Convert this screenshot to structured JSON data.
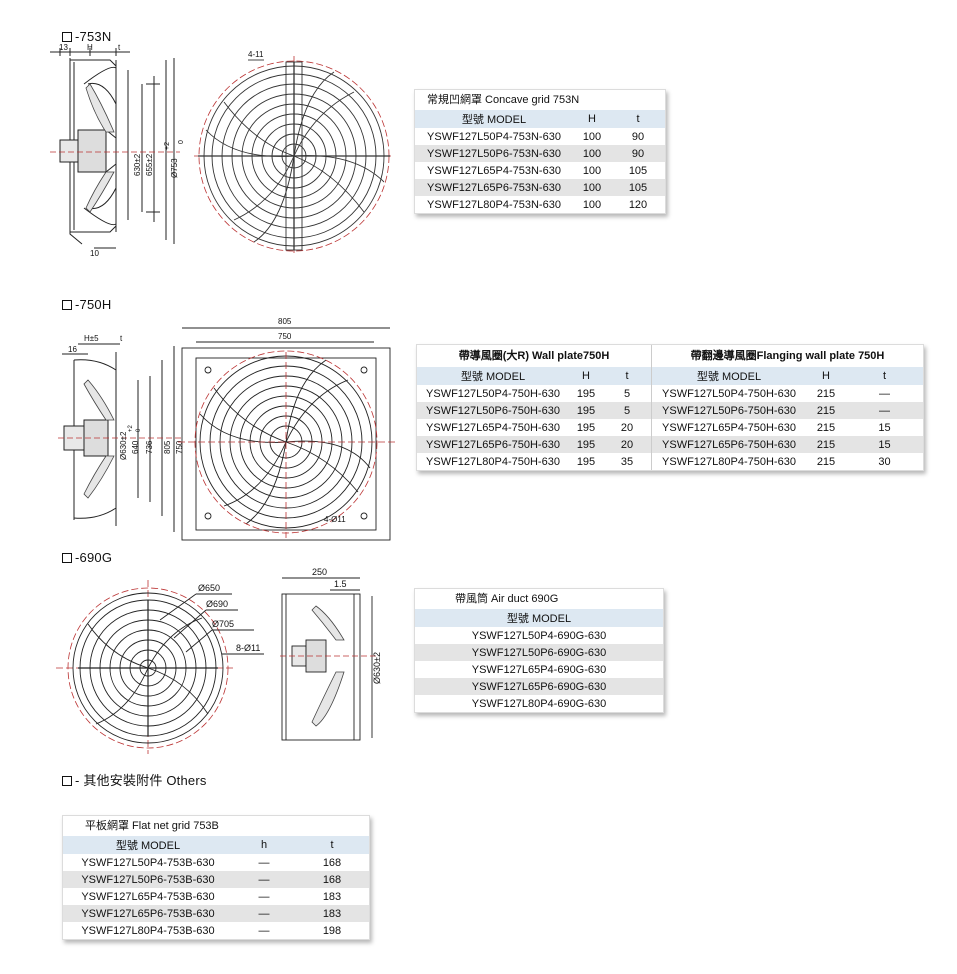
{
  "sections": {
    "s753n": "-753N",
    "s750h": "-750H",
    "s690g": "-690G",
    "others": "- 其他安裝附件 Others"
  },
  "dims": {
    "d753n": {
      "a": "13",
      "h": "H",
      "t": "t",
      "b": "10",
      "bolt": "4-11",
      "dia1": "630±2",
      "dia2": "655±2",
      "dia3": "Ø753",
      "tol": "+2",
      "tol0": "0"
    },
    "d750h": {
      "ht": "H±5",
      "t": "t",
      "a": "16",
      "dia1": "Ø630±2",
      "dia2": "640",
      "tol": "+2",
      "tol0": "0",
      "d736": "736",
      "d805v": "805",
      "d750v": "750",
      "d805h": "805",
      "d750h": "750",
      "bolt": "4-Ø11"
    },
    "d690g": {
      "d650": "Ø650",
      "d690": "Ø690",
      "d705": "Ø705",
      "bolt": "8-Ø11",
      "w250": "250",
      "w15": "1.5",
      "dia": "Ø630±2"
    }
  },
  "t753n": {
    "caption": "常規凹網罩  Concave grid  753N",
    "headers": [
      "型號  MODEL",
      "H",
      "t"
    ],
    "rows": [
      [
        "YSWF127L50P4-753N-630",
        "100",
        "90"
      ],
      [
        "YSWF127L50P6-753N-630",
        "100",
        "90"
      ],
      [
        "YSWF127L65P4-753N-630",
        "100",
        "105"
      ],
      [
        "YSWF127L65P6-753N-630",
        "100",
        "105"
      ],
      [
        "YSWF127L80P4-753N-630",
        "100",
        "120"
      ]
    ]
  },
  "t750h": {
    "left_caption": "帶導風圈(大R)  Wall plate750H",
    "right_caption": "帶翻邊導風圈Flanging wall plate 750H",
    "headers": [
      "型號  MODEL",
      "H",
      "t",
      "型號  MODEL",
      "H",
      "t"
    ],
    "rows": [
      [
        "YSWF127L50P4-750H-630",
        "195",
        "5",
        "YSWF127L50P4-750H-630",
        "215",
        "—"
      ],
      [
        "YSWF127L50P6-750H-630",
        "195",
        "5",
        "YSWF127L50P6-750H-630",
        "215",
        "—"
      ],
      [
        "YSWF127L65P4-750H-630",
        "195",
        "20",
        "YSWF127L65P4-750H-630",
        "215",
        "15"
      ],
      [
        "YSWF127L65P6-750H-630",
        "195",
        "20",
        "YSWF127L65P6-750H-630",
        "215",
        "15"
      ],
      [
        "YSWF127L80P4-750H-630",
        "195",
        "35",
        "YSWF127L80P4-750H-630",
        "215",
        "30"
      ]
    ]
  },
  "t690g": {
    "caption": "帶風筒   Air duct  690G",
    "headers": [
      "型號  MODEL"
    ],
    "rows": [
      [
        "YSWF127L50P4-690G-630"
      ],
      [
        "YSWF127L50P6-690G-630"
      ],
      [
        "YSWF127L65P4-690G-630"
      ],
      [
        "YSWF127L65P6-690G-630"
      ],
      [
        "YSWF127L80P4-690G-630"
      ]
    ]
  },
  "t753b": {
    "caption": "平板網罩   Flat net grid  753B",
    "headers": [
      "型號  MODEL",
      "h",
      "t"
    ],
    "rows": [
      [
        "YSWF127L50P4-753B-630",
        "—",
        "168"
      ],
      [
        "YSWF127L50P6-753B-630",
        "—",
        "168"
      ],
      [
        "YSWF127L65P4-753B-630",
        "—",
        "183"
      ],
      [
        "YSWF127L65P6-753B-630",
        "—",
        "183"
      ],
      [
        "YSWF127L80P4-753B-630",
        "—",
        "198"
      ]
    ]
  }
}
